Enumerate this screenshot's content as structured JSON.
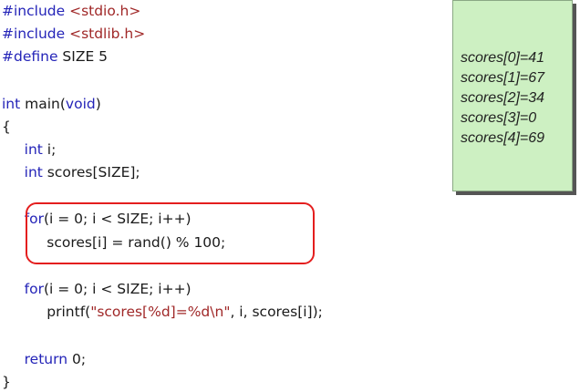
{
  "code": {
    "lines": [
      {
        "tokens": [
          {
            "text": "#include ",
            "kind": "pp"
          },
          {
            "text": "<stdio.h>",
            "kind": "str"
          }
        ]
      },
      {
        "tokens": [
          {
            "text": "#include ",
            "kind": "pp"
          },
          {
            "text": "<stdlib.h>",
            "kind": "str"
          }
        ]
      },
      {
        "tokens": [
          {
            "text": "#define",
            "kind": "pp"
          },
          {
            "text": " SIZE 5",
            "kind": "plain"
          }
        ]
      },
      {
        "tokens": []
      },
      {
        "tokens": [
          {
            "text": "int",
            "kind": "kw"
          },
          {
            "text": " main(",
            "kind": "plain"
          },
          {
            "text": "void",
            "kind": "kw"
          },
          {
            "text": ")",
            "kind": "plain"
          }
        ]
      },
      {
        "tokens": [
          {
            "text": "{",
            "kind": "plain"
          }
        ]
      },
      {
        "tokens": [
          {
            "text": "     ",
            "kind": "plain"
          },
          {
            "text": "int",
            "kind": "kw"
          },
          {
            "text": " i;",
            "kind": "plain"
          }
        ]
      },
      {
        "tokens": [
          {
            "text": "     ",
            "kind": "plain"
          },
          {
            "text": "int",
            "kind": "kw"
          },
          {
            "text": " scores[SIZE];",
            "kind": "plain"
          }
        ]
      },
      {
        "tokens": []
      },
      {
        "tokens": [
          {
            "text": "     ",
            "kind": "plain"
          },
          {
            "text": "for",
            "kind": "kw"
          },
          {
            "text": "(i = 0; i < SIZE; i++)",
            "kind": "plain"
          }
        ]
      },
      {
        "tokens": [
          {
            "text": "          scores[i] = rand() % 100;",
            "kind": "plain"
          }
        ]
      },
      {
        "tokens": []
      },
      {
        "tokens": [
          {
            "text": "     ",
            "kind": "plain"
          },
          {
            "text": "for",
            "kind": "kw"
          },
          {
            "text": "(i = 0; i < SIZE; i++)",
            "kind": "plain"
          }
        ]
      },
      {
        "tokens": [
          {
            "text": "          printf(",
            "kind": "plain"
          },
          {
            "text": "\"scores[%d]=%d\\n\"",
            "kind": "str"
          },
          {
            "text": ", i, scores[i]);",
            "kind": "plain"
          }
        ]
      },
      {
        "tokens": []
      },
      {
        "tokens": [
          {
            "text": "     ",
            "kind": "plain"
          },
          {
            "text": "return",
            "kind": "kw"
          },
          {
            "text": " 0;",
            "kind": "plain"
          }
        ]
      },
      {
        "tokens": [
          {
            "text": "}",
            "kind": "plain"
          }
        ]
      }
    ]
  },
  "output": {
    "lines": [
      "scores[0]=41",
      "scores[1]=67",
      "scores[2]=34",
      "scores[3]=0",
      "scores[4]=69"
    ]
  },
  "colors": {
    "keyword": "#2424b8",
    "string": "#a02828",
    "text": "#1a1a1a",
    "highlight_border": "#e41e1e",
    "output_bg": "#cdf0c2"
  }
}
